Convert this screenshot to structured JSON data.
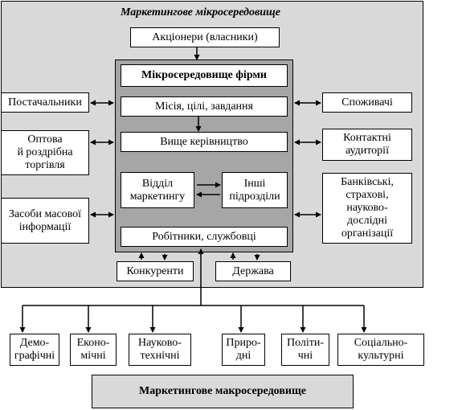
{
  "micro": {
    "title": "Маркетингове мікросередовище",
    "shareholders": "Акціонери (власники)",
    "suppliers": "Постачальники",
    "wholesale": "Оптова\nй роздрібна\nторгівля",
    "media": "Засоби масової\nінформації",
    "consumers": "Споживачі",
    "contact_audiences": "Контактні\nаудиторії",
    "institutions": "Банківські,\nстрахові,\nнауково-\nдослідні\nорганізації",
    "competitors": "Конкуренти",
    "state": "Держава"
  },
  "firm": {
    "title": "Мікросередовище фірми",
    "mission": "Місія, цілі, завдання",
    "management": "Вище керівництво",
    "marketing_dept": "Відділ\nмаркетингу",
    "other_depts": "Інші\nпідрозділи",
    "workers": "Робітники, службовці"
  },
  "macro": {
    "title": "Маркетингове макросередовище",
    "factors": [
      "Демо-\nграфічні",
      "Еконо-\nмічні",
      "Науково-\nтехнічні",
      "Приро-\nдні",
      "Політи-\nчні",
      "Соціально-\nкультурні"
    ]
  }
}
